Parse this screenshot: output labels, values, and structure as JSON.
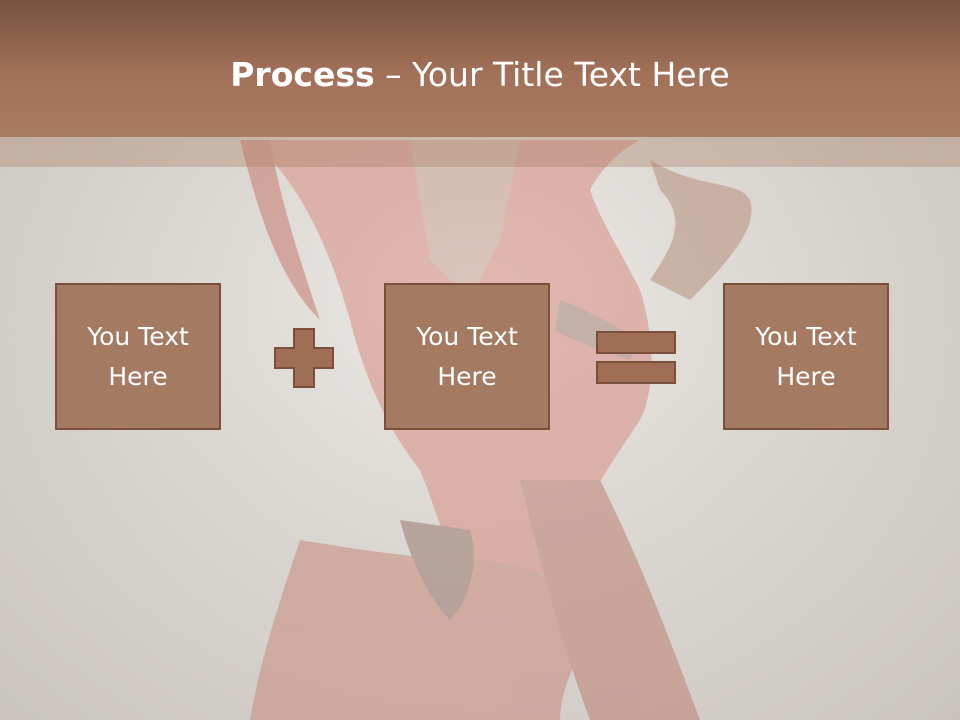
{
  "slide": {
    "title_bold": "Process",
    "title_rest": " – Your Title Text Here",
    "boxes": [
      {
        "label": "You Text Here"
      },
      {
        "label": "You Text Here"
      },
      {
        "label": "You Text Here"
      }
    ],
    "operators": [
      "plus-icon",
      "equals-icon"
    ]
  },
  "colors": {
    "title_bar": "#a3715a",
    "box_fill": "#a57a62",
    "box_border": "#7a4f3b",
    "operator_fill": "#a06e55",
    "text": "#ffffff"
  }
}
